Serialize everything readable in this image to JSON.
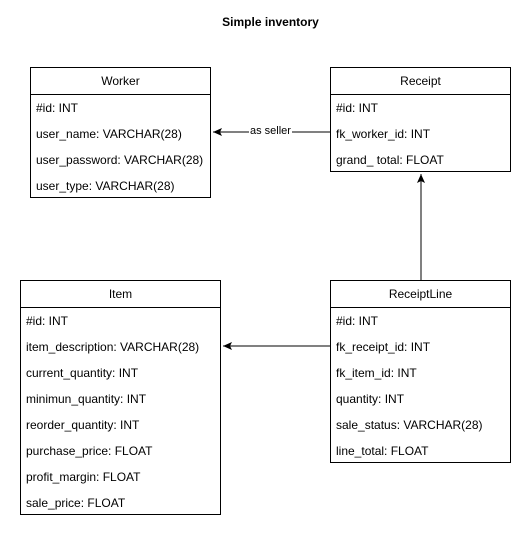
{
  "title": "Simple inventory",
  "entities": {
    "worker": {
      "name": "Worker",
      "fields": [
        "#id: INT",
        "user_name: VARCHAR(28)",
        "user_password: VARCHAR(28)",
        "user_type: VARCHAR(28)"
      ]
    },
    "receipt": {
      "name": "Receipt",
      "fields": [
        "#id: INT",
        "fk_worker_id: INT",
        "grand_ total: FLOAT"
      ]
    },
    "item": {
      "name": "Item",
      "fields": [
        "#id: INT",
        "item_description: VARCHAR(28)",
        "current_quantity: INT",
        "minimun_quantity: INT",
        "reorder_quantity: INT",
        "purchase_price: FLOAT",
        "profit_margin: FLOAT",
        "sale_price: FLOAT"
      ]
    },
    "receiptline": {
      "name": "ReceiptLine",
      "fields": [
        "#id: INT",
        "fk_receipt_id: INT",
        "fk_item_id: INT",
        "quantity: INT",
        "sale_status: VARCHAR(28)",
        "line_total: FLOAT"
      ]
    }
  },
  "relations": {
    "receipt_to_worker": {
      "label": "as seller"
    }
  }
}
